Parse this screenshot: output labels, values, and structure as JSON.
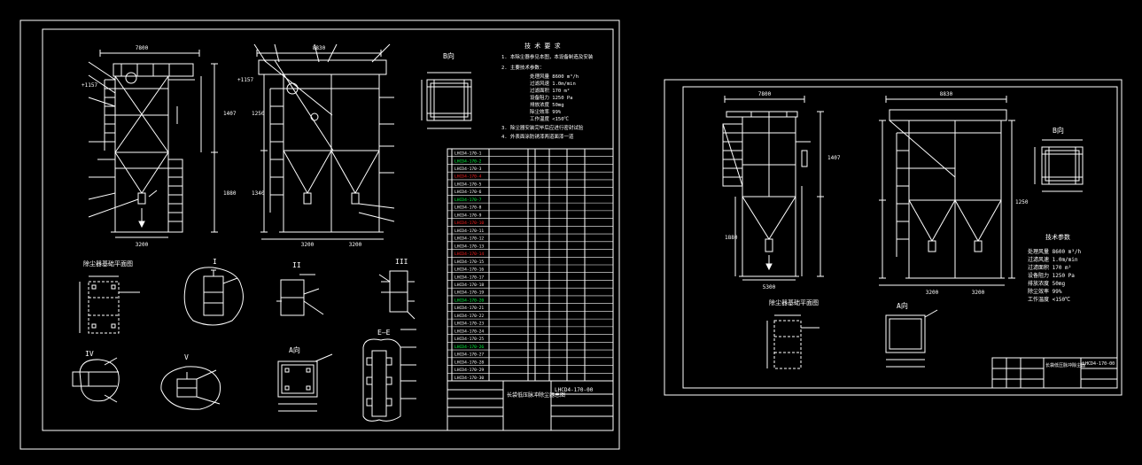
{
  "colors": {
    "bg": "#000000",
    "line": "#ffffff",
    "green": "#00ff40",
    "red": "#ff2020",
    "yellow": "#ffff00",
    "cyan": "#00ffff"
  },
  "sheet1": {
    "dims_top": [
      "7800",
      "8830"
    ],
    "elev": [
      "+1157",
      "+1157"
    ],
    "dims_side": [
      "1407",
      "1880",
      "1250",
      "1340"
    ],
    "dims_bottom": [
      "3200",
      "3200",
      "3200"
    ],
    "section_b": "B向",
    "section_a": "A向",
    "section_ee": "E—E",
    "detail_labels": [
      "I",
      "II",
      "III",
      "IV",
      "V"
    ],
    "tech_title": "技 术 要 求",
    "tech_lines": [
      "1. 本除尘器参见本图，本设备制造及安装",
      "2. 主要技术参数：",
      "处理风量 8600 m³/h",
      "过滤风速 1.0m/min",
      "过滤面积 170 m²",
      "设备阻力 1250 Pa",
      "排放浓度 50mg",
      "除尘效率 99%",
      "工作温度 <150℃",
      "3. 除尘器安装完毕后应进行密封试验",
      "4. 外表面涂防锈漆两道面漆一道"
    ],
    "title_block": {
      "name": "长袋低压脉冲除尘器总图",
      "drawing_no": "LHCD4-170-00"
    },
    "bom_codes": [
      "LHCD4-170-1",
      "LHCD4-170-2",
      "LHCD4-170-3",
      "LHCD4-170-4",
      "LHCD4-170-5",
      "LHCD4-170-6",
      "LHCD4-170-7",
      "LHCD4-170-8",
      "LHCD4-170-9",
      "LHCD4-170-10",
      "LHCD4-170-11",
      "LHCD4-170-12",
      "LHCD4-170-13",
      "LHCD4-170-14",
      "LHCD4-170-15",
      "LHCD4-170-16",
      "LHCD4-170-17",
      "LHCD4-170-18",
      "LHCD4-170-19",
      "LHCD4-170-20",
      "LHCD4-170-21",
      "LHCD4-170-22",
      "LHCD4-170-23",
      "LHCD4-170-24",
      "LHCD4-170-25",
      "LHCD4-170-26",
      "LHCD4-170-27",
      "LHCD4-170-28",
      "LHCD4-170-29",
      "LHCD4-170-30"
    ],
    "foundation_title": "除尘器基础平面图"
  },
  "sheet2": {
    "dims_top": [
      "7800",
      "8830"
    ],
    "dims_side": [
      "1407",
      "1880",
      "1250"
    ],
    "dims_bottom": [
      "5300",
      "3200",
      "3200"
    ],
    "section_b": "B向",
    "section_a": "A向",
    "params_title": "技术参数",
    "params": [
      "处理风量 8600 m³/h",
      "过滤风速 1.0m/min",
      "过滤面积 170 m²",
      "设备阻力 1250 Pa",
      "排放浓度 50mg",
      "除尘效率 99%",
      "工作温度 <150℃"
    ],
    "foundation_title": "除尘器基础平面图",
    "title_block": {
      "name": "长袋低压脉冲除尘器",
      "drawing_no": "LHCD4-170-00"
    }
  }
}
